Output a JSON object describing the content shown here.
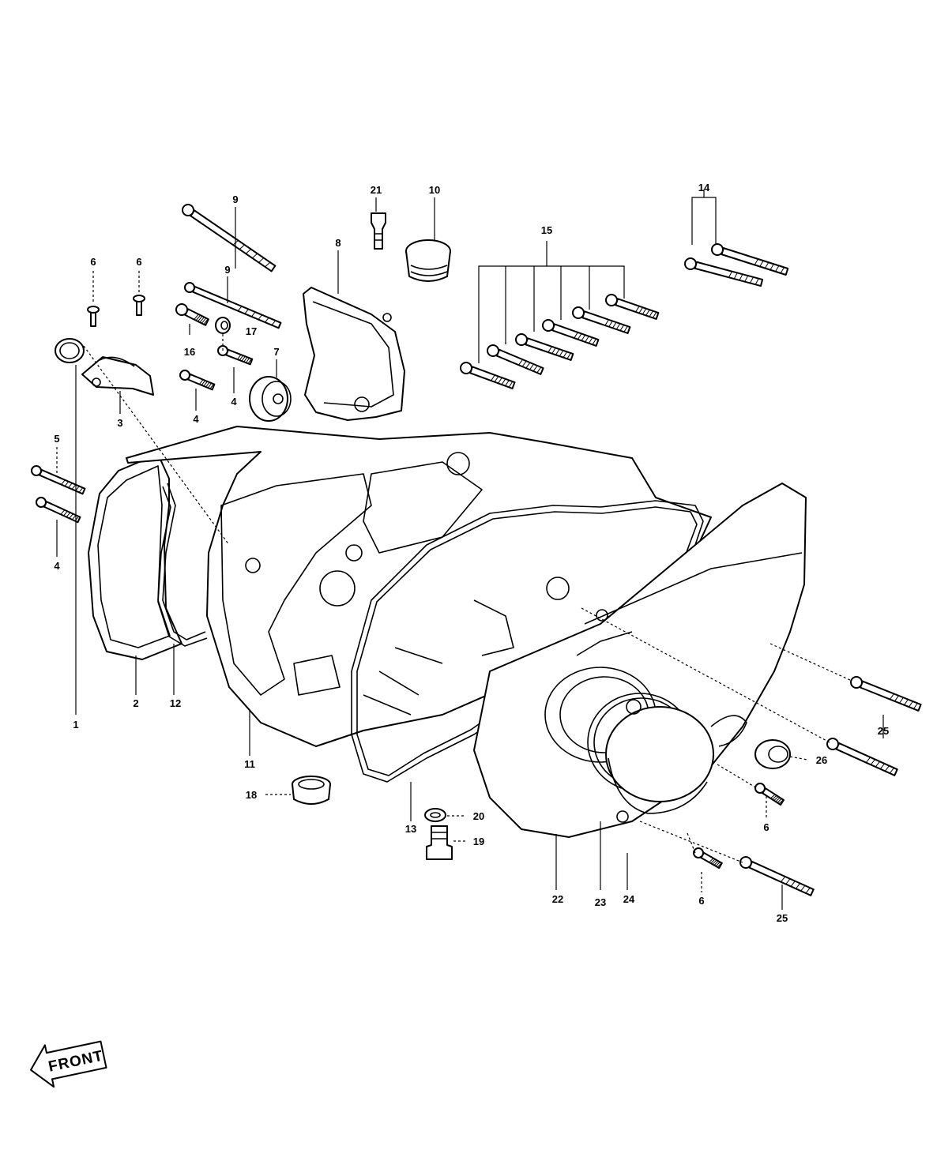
{
  "diagram": {
    "front_label": "FRONT",
    "callouts": {
      "c1": "1",
      "c2": "2",
      "c3": "3",
      "c4a": "4",
      "c4b": "4",
      "c4c": "4",
      "c5": "5",
      "c6a": "6",
      "c6b": "6",
      "c6c": "6",
      "c6d": "6",
      "c7": "7",
      "c8": "8",
      "c9a": "9",
      "c9b": "9",
      "c10": "10",
      "c11": "11",
      "c12": "12",
      "c13": "13",
      "c14": "14",
      "c15": "15",
      "c16": "16",
      "c17": "17",
      "c18": "18",
      "c19": "19",
      "c20": "20",
      "c21": "21",
      "c22": "22",
      "c23": "23",
      "c24": "24",
      "c25a": "25",
      "c25b": "25",
      "c26": "26"
    }
  }
}
